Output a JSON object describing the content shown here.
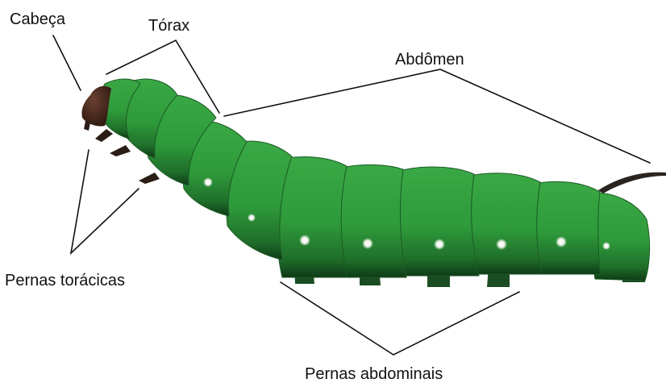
{
  "labels": {
    "head": "Cabeça",
    "thorax": "Tórax",
    "abdomen": "Abdômen",
    "thoracic_legs": "Pernas torácicas",
    "abdominal_legs": "Pernas abdominais"
  },
  "colors": {
    "body": "#2e9a3a",
    "body_dark": "#0f3a17",
    "outline": "#1b5a24",
    "head": "#4a2a1c",
    "spot": "#ffffff",
    "text": "#111111"
  }
}
